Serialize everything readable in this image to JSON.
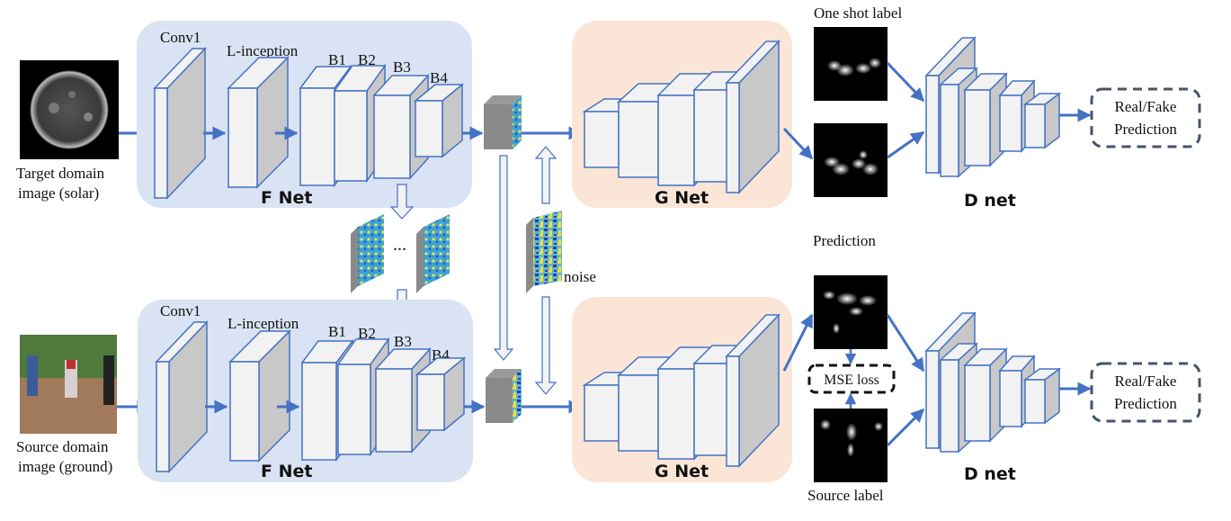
{
  "colors": {
    "fnet_bg": "#dae3f3",
    "gnet_bg": "#fbe5d6",
    "box_stroke": "#4472c4",
    "box_front": "#f2f2f2",
    "box_side": "#c8c8c8",
    "arrow": "#4472c4",
    "dash_dark": "#44546a",
    "dash_black": "#111111"
  },
  "top_branch": {
    "input_caption": [
      "Target domain",
      "image (solar)"
    ],
    "fnet": {
      "title": "F Net",
      "layers": [
        "Conv1",
        "L-inception",
        "B1",
        "B2",
        "B3",
        "B4"
      ]
    },
    "gnet": {
      "title": "G Net"
    },
    "label_caption": "One shot label",
    "dnet": {
      "title": "D net"
    },
    "output": [
      "Real/Fake",
      "Prediction"
    ]
  },
  "bottom_branch": {
    "input_caption": [
      "Source domain",
      "image (ground)"
    ],
    "fnet": {
      "title": "F Net",
      "layers": [
        "Conv1",
        "L-inception",
        "B1",
        "B2",
        "B3",
        "B4"
      ]
    },
    "gnet": {
      "title": "G Net"
    },
    "prediction_caption": "Prediction",
    "loss": "MSE loss",
    "label_caption": "Source label",
    "dnet": {
      "title": "D net"
    },
    "output": [
      "Real/Fake",
      "Prediction"
    ]
  },
  "middle": {
    "ellipsis": "...",
    "noise_label": "noise"
  }
}
